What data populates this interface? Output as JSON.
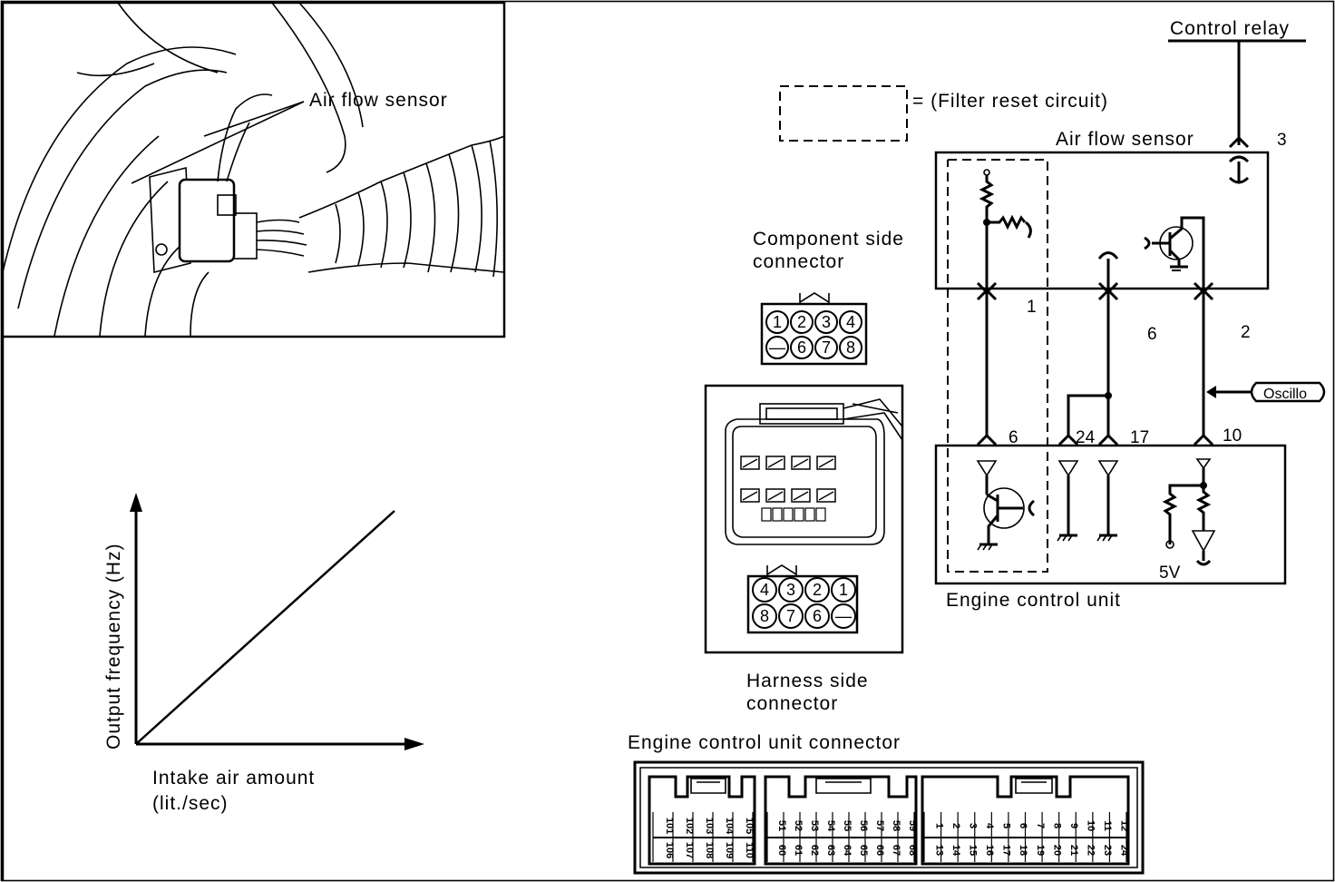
{
  "illustration": {
    "label": "Air flow sensor"
  },
  "graph": {
    "y_label": "Output frequency (Hz)",
    "x_label_line1": "Intake air amount",
    "x_label_line2": "(lit./sec)"
  },
  "connectors": {
    "component_line1": "Component side",
    "component_line2": "connector",
    "component_pins": [
      "1",
      "2",
      "3",
      "4",
      "—",
      "6",
      "7",
      "8"
    ],
    "harness_pins": [
      "4",
      "3",
      "2",
      "1",
      "8",
      "7",
      "6",
      "—"
    ],
    "harness_line1": "Harness side",
    "harness_line2": "connector"
  },
  "circuit": {
    "control_relay": "Control relay",
    "filter_legend": "= (Filter reset circuit)",
    "sensor_label": "Air flow sensor",
    "pin_3": "3",
    "pin_1": "1",
    "pin_6_sensor": "6",
    "pin_2": "2",
    "oscillo": "Oscillo",
    "ecu_pin_6": "6",
    "ecu_pin_24": "24",
    "ecu_pin_17": "17",
    "ecu_pin_10": "10",
    "voltage": "5V",
    "ecu_label": "Engine control unit"
  },
  "ecu_connector": {
    "title": "Engine control unit connector",
    "block1_top": [
      "101",
      "102",
      "103",
      "104",
      "105"
    ],
    "block1_bottom": [
      "106",
      "107",
      "108",
      "109",
      "110"
    ],
    "block2_top": [
      "51",
      "52",
      "53",
      "54",
      "55",
      "56",
      "57",
      "58",
      "59"
    ],
    "block2_bottom": [
      "60",
      "61",
      "62",
      "63",
      "64",
      "65",
      "66",
      "67",
      "68"
    ],
    "block3_top": [
      "1",
      "2",
      "3",
      "4",
      "5",
      "6",
      "7",
      "8",
      "9",
      "10",
      "11",
      "12"
    ],
    "block3_bottom": [
      "13",
      "14",
      "15",
      "16",
      "17",
      "18",
      "19",
      "20",
      "21",
      "22",
      "23",
      "24"
    ]
  }
}
